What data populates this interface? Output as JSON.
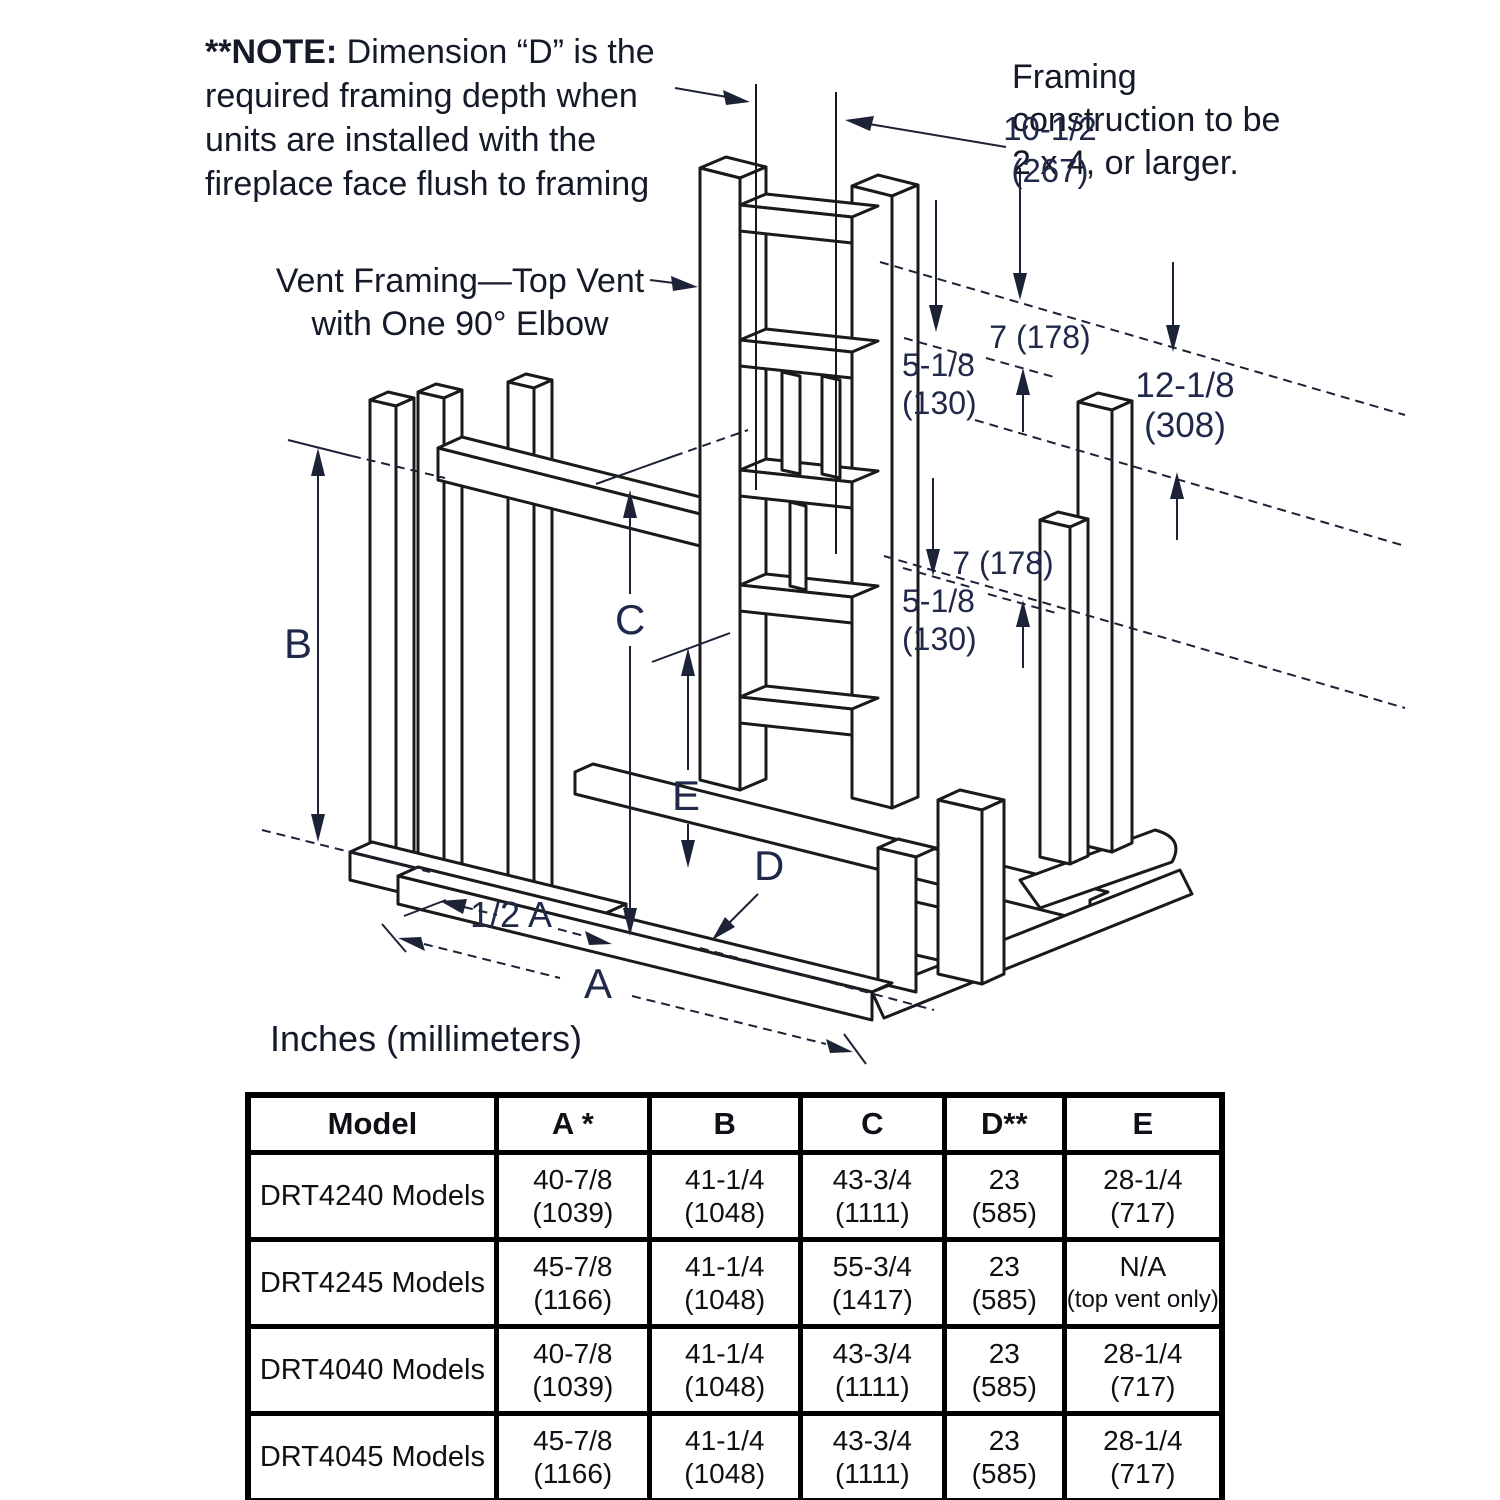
{
  "note": {
    "prefix": "**NOTE:",
    "line1": " Dimension “D” is the",
    "line2": "required framing depth when",
    "line3": "units are installed with the",
    "line4": "fireplace face flush to framing"
  },
  "framing_note": {
    "line1": "Framing",
    "line2": "construction to be",
    "line3": "2 x 4, or larger."
  },
  "vent_label": {
    "line1": "Vent Framing—Top Vent",
    "line2": "with One 90° Elbow"
  },
  "units_label": "Inches (millimeters)",
  "dimensions": {
    "top_offset_value": "10-1/2",
    "top_offset_mm": "(267)",
    "upper_gap7": "7 (178)",
    "upper_gap5_value": "5-1/8",
    "upper_gap5_mm": "(130)",
    "right_offset_value": "12-1/8",
    "right_offset_mm": "(308)",
    "lower_gap7": "7 (178)",
    "lower_gap5_value": "5-1/8",
    "lower_gap5_mm": "(130)",
    "b": "B",
    "c": "C",
    "e": "E",
    "d": "D",
    "half_a": "1/2 A",
    "a": "A"
  },
  "table": {
    "headers": [
      "Model",
      "A *",
      "B",
      "C",
      "D**",
      "E"
    ],
    "rows": [
      {
        "model": "DRT4240 Models",
        "cells": [
          [
            "40-7/8",
            "(1039)"
          ],
          [
            "41-1/4",
            "(1048)"
          ],
          [
            "43-3/4",
            "(1111)"
          ],
          [
            "23",
            "(585)"
          ],
          [
            "28-1/4",
            "(717)"
          ]
        ]
      },
      {
        "model": "DRT4245 Models",
        "cells": [
          [
            "45-7/8",
            "(1166)"
          ],
          [
            "41-1/4",
            "(1048)"
          ],
          [
            "55-3/4",
            "(1417)"
          ],
          [
            "23",
            "(585)"
          ],
          [
            "N/A",
            "(top vent only)"
          ]
        ]
      },
      {
        "model": "DRT4040 Models",
        "cells": [
          [
            "40-7/8",
            "(1039)"
          ],
          [
            "41-1/4",
            "(1048)"
          ],
          [
            "43-3/4",
            "(1111)"
          ],
          [
            "23",
            "(585)"
          ],
          [
            "28-1/4",
            "(717)"
          ]
        ]
      },
      {
        "model": "DRT4045 Models",
        "cells": [
          [
            "45-7/8",
            "(1166)"
          ],
          [
            "41-1/4",
            "(1048)"
          ],
          [
            "43-3/4",
            "(1111)"
          ],
          [
            "23",
            "(585)"
          ],
          [
            "28-1/4",
            "(717)"
          ]
        ]
      }
    ]
  }
}
